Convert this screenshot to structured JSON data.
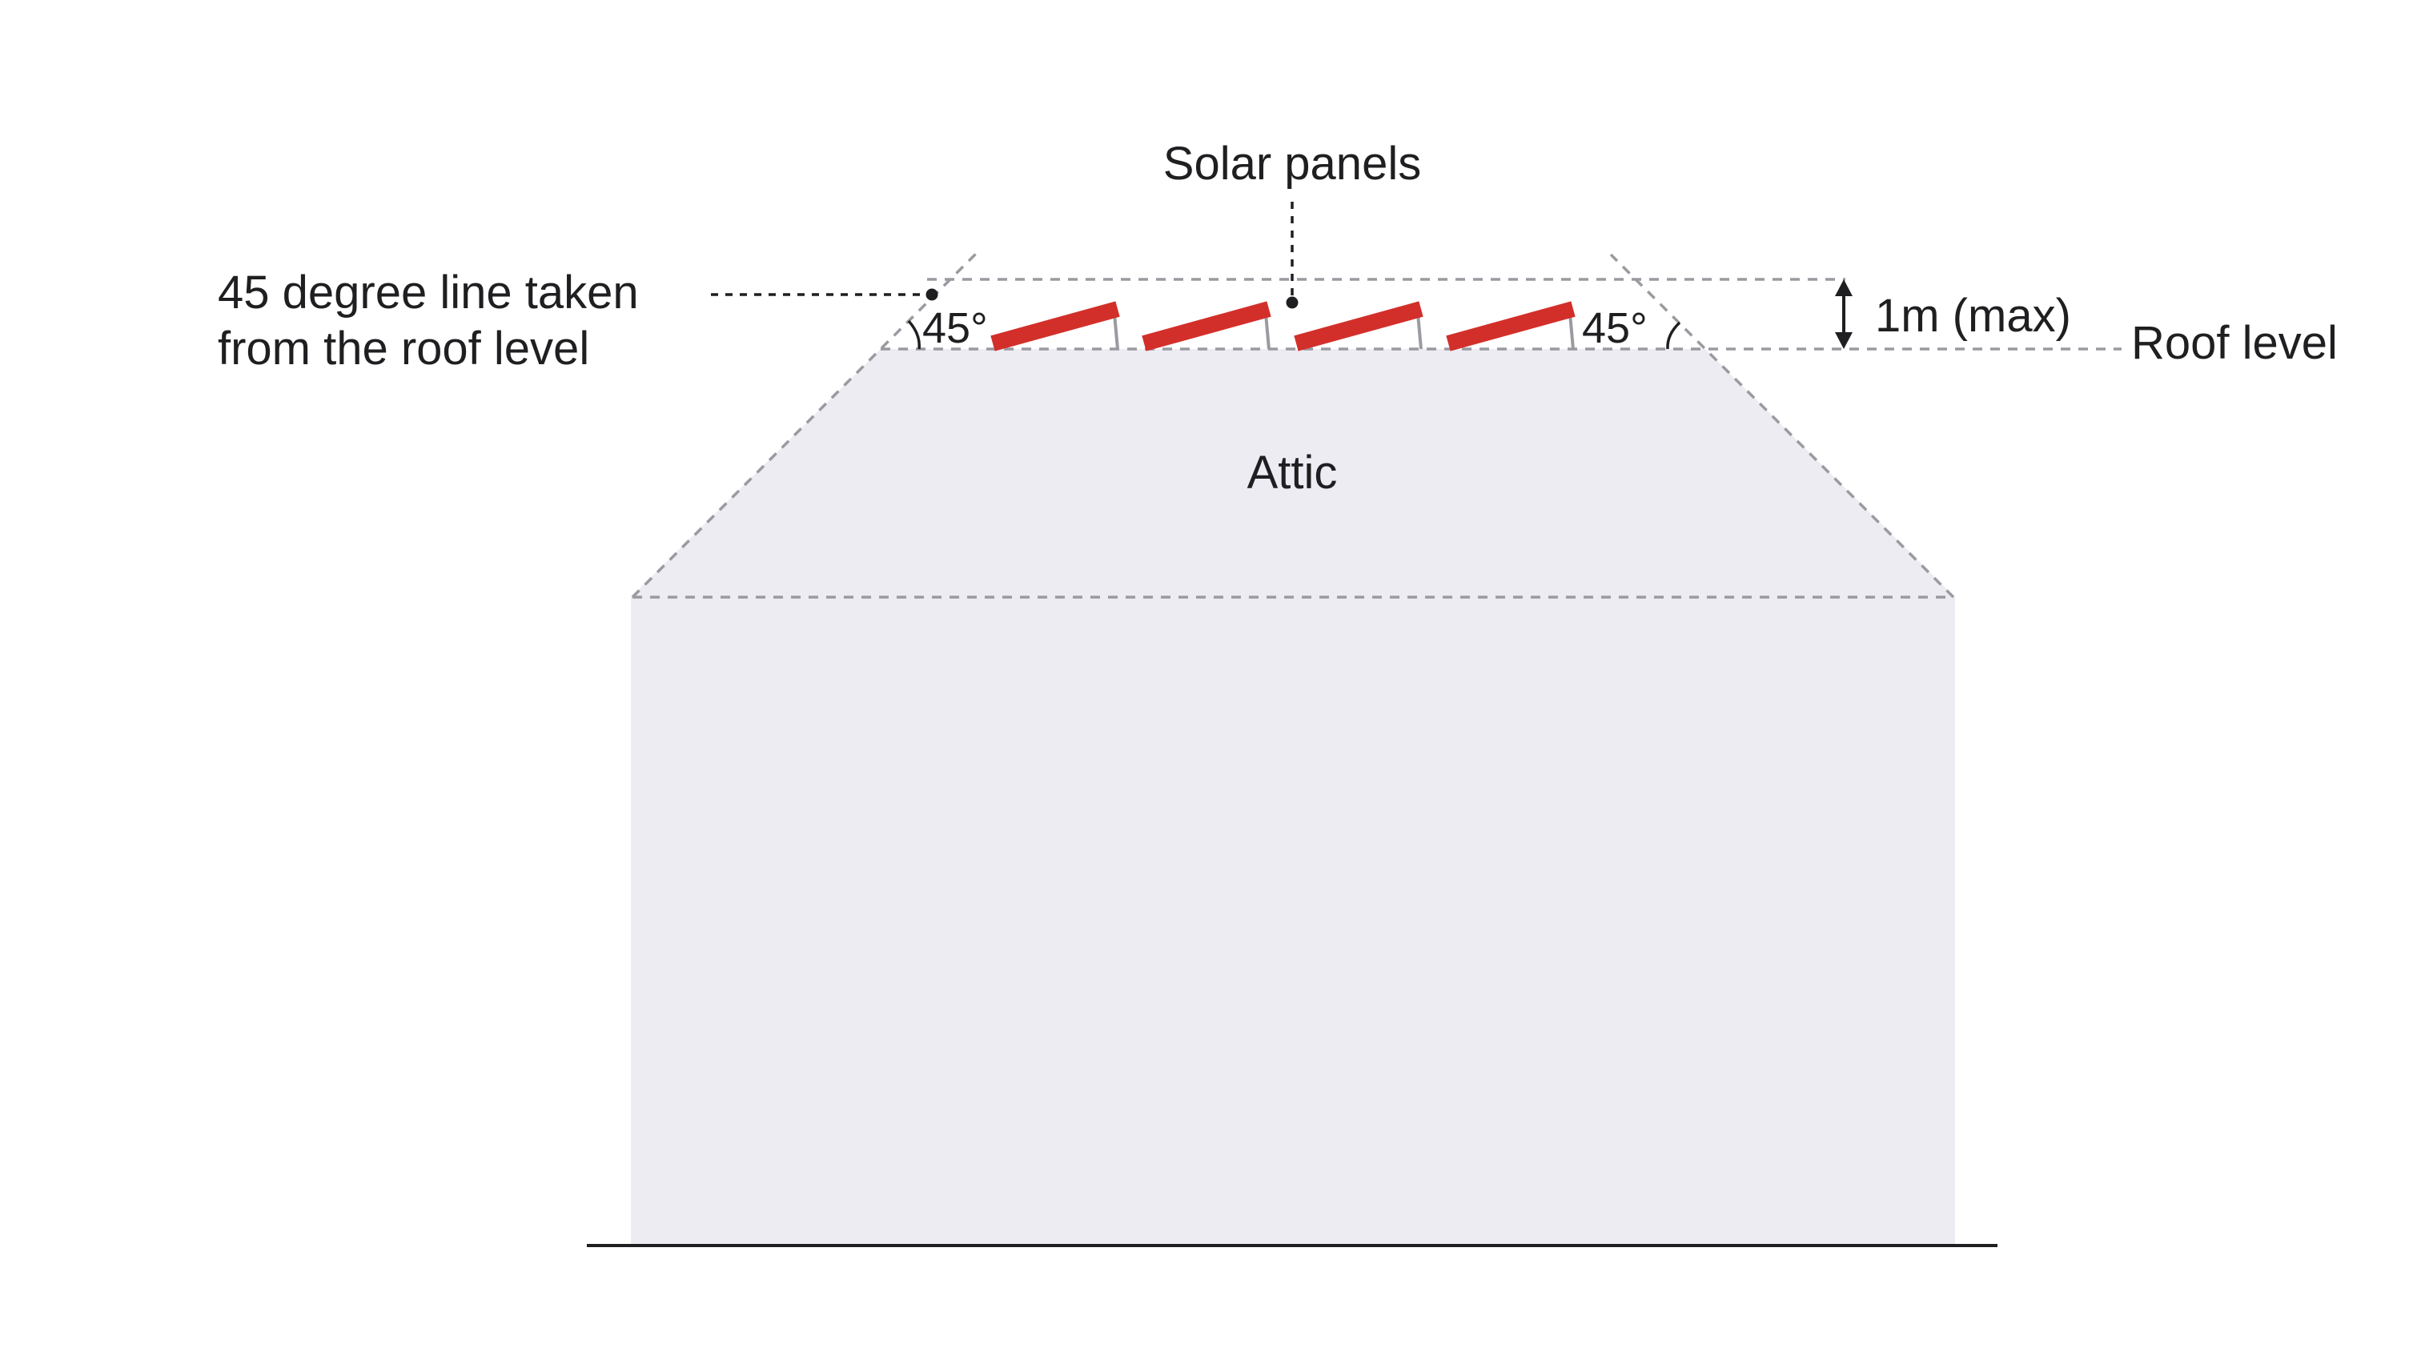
{
  "labels": {
    "title": "Solar panels",
    "line_note_1": "45 degree line taken",
    "line_note_2": "from the roof level",
    "angle_left": "45°",
    "angle_right": "45°",
    "height_limit": "1m (max)",
    "roof_level": "Roof level",
    "attic": "Attic"
  },
  "colors": {
    "building": "#ECECF2",
    "panel": "#D32F2A",
    "dashed_line": "#9A9AA0",
    "text": "#1F1F22",
    "ground": "#1F1F22"
  },
  "solar_panel_count": 4
}
